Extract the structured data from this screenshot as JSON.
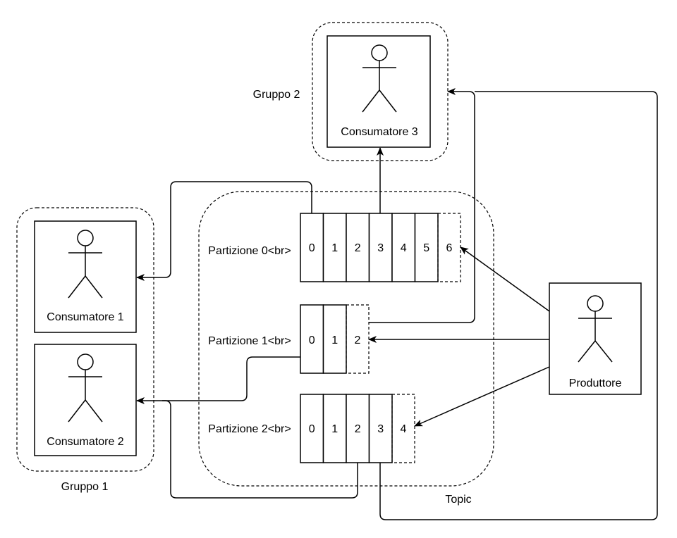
{
  "topic": {
    "label": "Topic"
  },
  "groups": [
    {
      "id": "g1",
      "label": "Gruppo 1"
    },
    {
      "id": "g2",
      "label": "Gruppo 2"
    }
  ],
  "consumers": [
    {
      "id": "c1",
      "label": "Consumatore 1"
    },
    {
      "id": "c2",
      "label": "Consumatore 2"
    },
    {
      "id": "c3",
      "label": "Consumatore 3"
    }
  ],
  "producer": {
    "label": "Produttore"
  },
  "partitions": [
    {
      "label": "Partizione 0<br>",
      "offsets": [
        "0",
        "1",
        "2",
        "3",
        "4",
        "5"
      ],
      "next": "6"
    },
    {
      "label": "Partizione 1<br>",
      "offsets": [
        "0",
        "1"
      ],
      "next": "2"
    },
    {
      "label": "Partizione 2<br>",
      "offsets": [
        "0",
        "1",
        "2",
        "3"
      ],
      "next": "4"
    }
  ],
  "colors": {
    "stroke": "#000000",
    "background": "#ffffff"
  }
}
